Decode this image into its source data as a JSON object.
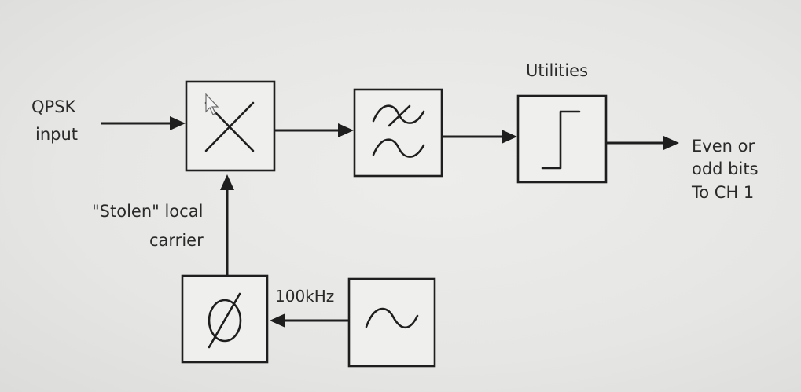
{
  "diagram": {
    "labels": {
      "qpsk_input_line1": "QPSK",
      "qpsk_input_line2": "input",
      "utilities": "Utilities",
      "output_line1": "Even or",
      "output_line2": "odd bits",
      "output_line3": "To CH 1",
      "carrier_line1": "\"Stolen\" local",
      "carrier_line2": "carrier",
      "frequency": "100kHz"
    },
    "blocks": [
      {
        "name": "multiplier",
        "icon": "multiply-icon"
      },
      {
        "name": "low-pass-filter",
        "icon": "lowpass-filter-icon"
      },
      {
        "name": "comparator",
        "icon": "step-threshold-icon"
      },
      {
        "name": "phase-shifter",
        "icon": "phase-shift-icon"
      },
      {
        "name": "oscillator",
        "icon": "sine-wave-icon"
      }
    ],
    "colors": {
      "ink": "#1e1e1e",
      "paper": "#e9e9e7"
    }
  }
}
